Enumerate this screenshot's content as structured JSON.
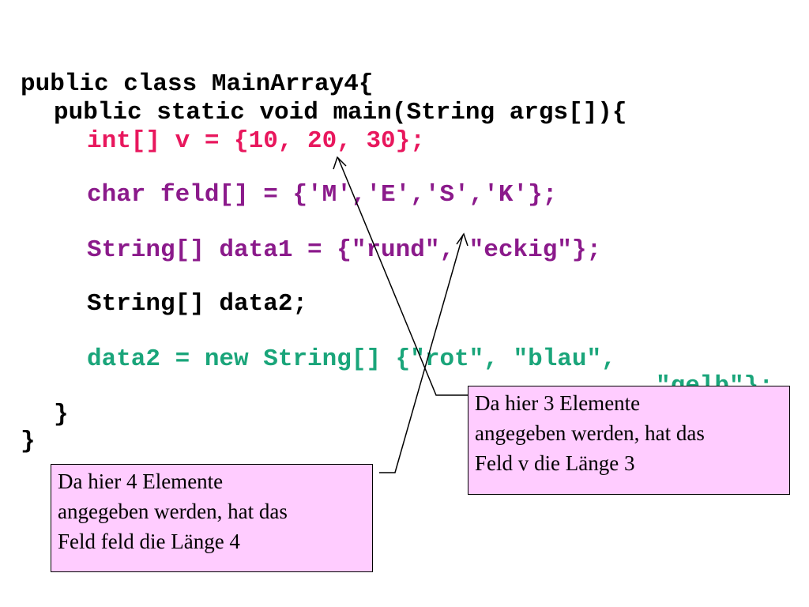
{
  "code": {
    "lines": [
      {
        "text": "public class MainArray4{",
        "color": "#000000"
      },
      {
        "text": "public static void main(String args[]){",
        "color": "#000000"
      },
      {
        "text": "int[] v = {10, 20, 30};",
        "color": "#e8175d"
      },
      {
        "text": "char feld[] = {'M','E','S','K'};",
        "color": "#8b1a8b"
      },
      {
        "text": "String[] data1 = {\"rund\", \"eckig\"};",
        "color": "#8b1a8b"
      },
      {
        "text": "String[] data2;",
        "color": "#000000"
      },
      {
        "text": "data2 = new String[] {\"rot\", \"blau\",",
        "color": "#1aa57a"
      },
      {
        "text": "\"gelb\"};",
        "color": "#1aa57a"
      },
      {
        "text": "}",
        "color": "#000000"
      },
      {
        "text": "}",
        "color": "#000000"
      }
    ]
  },
  "notes": {
    "note1": {
      "lines": [
        "Da hier 3 Elemente",
        "angegeben werden, hat das",
        "Feld v die Länge 3"
      ]
    },
    "note2": {
      "lines": [
        "Da hier 4 Elemente",
        "angegeben werden, hat das",
        "Feld feld die Länge 4"
      ]
    }
  },
  "colors": {
    "note_background": "#ffccff",
    "arrow": "#000000"
  }
}
